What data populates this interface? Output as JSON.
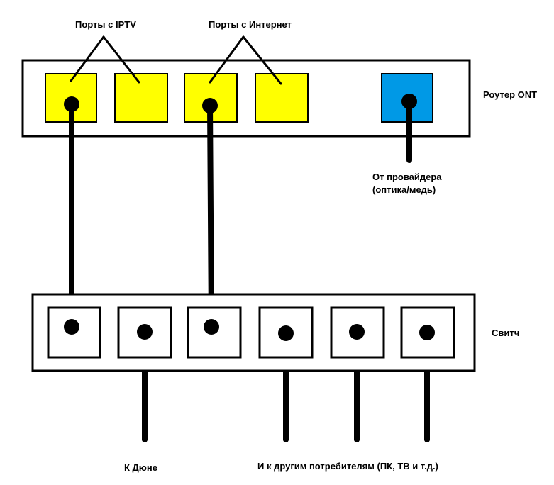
{
  "labels": {
    "iptv_ports": "Порты с IPTV",
    "internet_ports": "Порты с Интернет",
    "router": "Роутер ONT",
    "provider_line1": "От провайдера",
    "provider_line2": "(оптика/медь)",
    "switch": "Свитч",
    "to_dune": "К Дюне",
    "to_others": "И к другим потребителям (ПК, ТВ и т.д.)"
  },
  "colors": {
    "lan_port": "#ffff00",
    "wan_port": "#0099e6",
    "switch_port": "#ffffff",
    "outline": "#000000",
    "background": "#ffffff"
  },
  "router": {
    "lan_ports": [
      {
        "group": "iptv",
        "connected": true
      },
      {
        "group": "iptv",
        "connected": false
      },
      {
        "group": "internet",
        "connected": true
      },
      {
        "group": "internet",
        "connected": false
      }
    ],
    "wan_port": {
      "connected": true
    }
  },
  "switch": {
    "port_count": 6,
    "connections": [
      {
        "port": 1,
        "to": "router-iptv-port-1"
      },
      {
        "port": 2,
        "to": "dune"
      },
      {
        "port": 3,
        "to": "router-internet-port-1"
      },
      {
        "port": 4,
        "to": "other-devices"
      },
      {
        "port": 5,
        "to": "other-devices"
      },
      {
        "port": 6,
        "to": "other-devices"
      }
    ]
  }
}
